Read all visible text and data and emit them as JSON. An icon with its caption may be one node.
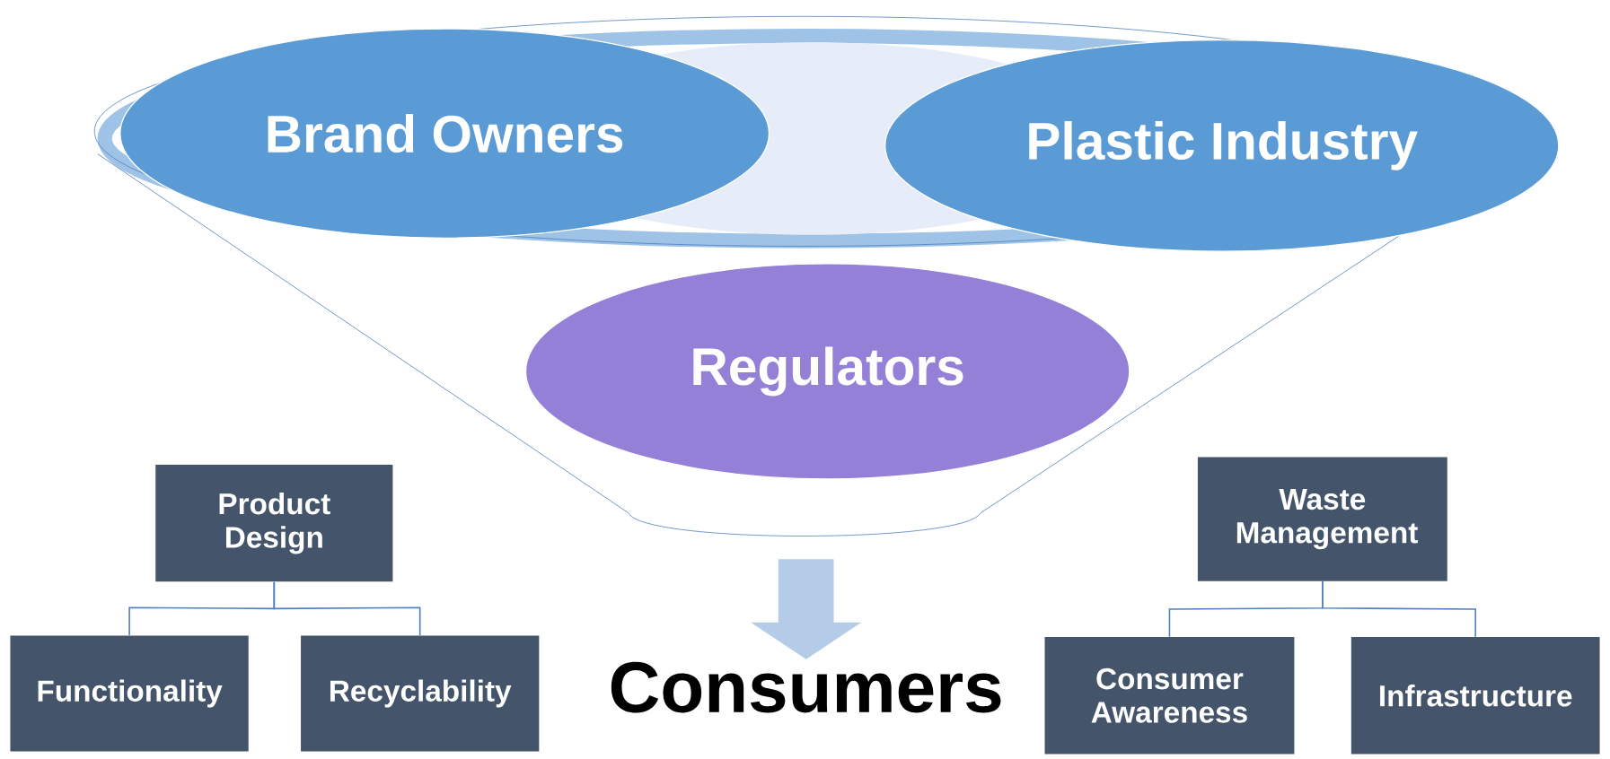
{
  "diagram": {
    "nodes": [
      {
        "text": [
          "Brand Owners"
        ]
      },
      {
        "text": [
          "Plastic Industry"
        ]
      },
      {
        "text": [
          "Regulators"
        ]
      },
      {
        "text": [
          "Consumers"
        ]
      },
      {
        "text": [
          "Product Design"
        ]
      },
      {
        "text": [
          "Functionality"
        ]
      },
      {
        "text": [
          "Recyclability"
        ]
      },
      {
        "text": [
          "Waste Management"
        ]
      },
      {
        "text": [
          "Consumer Awareness"
        ]
      },
      {
        "text": [
          "Infrastructure"
        ]
      }
    ],
    "edges": [
      {
        "from": null,
        "to": 3,
        "arrow": "to",
        "style": "thick",
        "color": "#b4cce8"
      },
      {
        "from": 4,
        "to": 5,
        "arrow": "none"
      },
      {
        "from": 4,
        "to": 6,
        "arrow": "none"
      },
      {
        "from": 7,
        "to": 8,
        "arrow": "none"
      },
      {
        "from": 7,
        "to": 9,
        "arrow": "none"
      }
    ]
  }
}
